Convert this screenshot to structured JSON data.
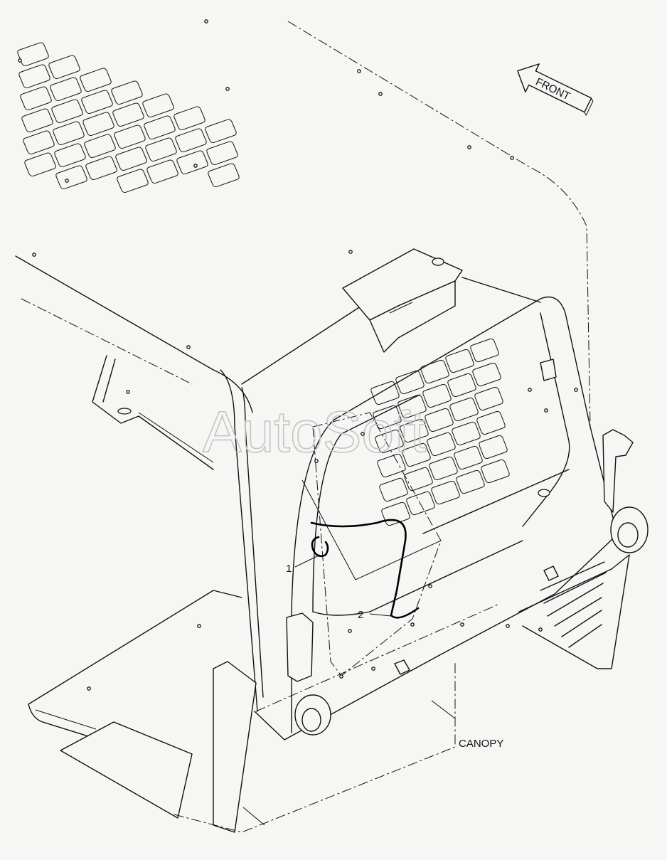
{
  "watermark": "AutoSoft",
  "direction_arrow": {
    "label": "FRONT"
  },
  "callouts": [
    {
      "number": "1",
      "part": "hook-clip"
    },
    {
      "number": "2",
      "part": "cable"
    }
  ],
  "caption": "CANOPY",
  "colors": {
    "background": "#f6f6f4",
    "line": "#111111",
    "watermark": "#cfcfcf"
  },
  "icons": [
    "front-arrow-icon"
  ]
}
